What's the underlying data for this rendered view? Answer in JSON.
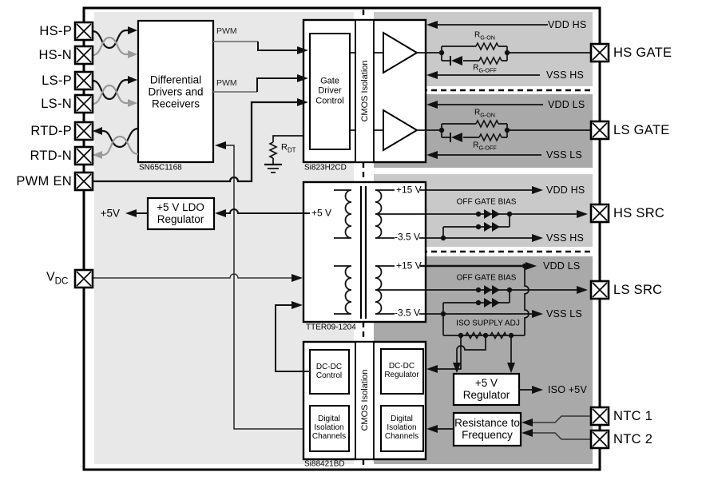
{
  "io": {
    "left": [
      "HS-P",
      "HS-N",
      "LS-P",
      "LS-N",
      "RTD-P",
      "RTD-N",
      "PWM EN"
    ],
    "vdc": {
      "base": "V",
      "sub": "DC"
    },
    "right": [
      "HS GATE",
      "LS GATE",
      "HS SRC",
      "LS SRC",
      "NTC 1",
      "NTC 2"
    ]
  },
  "nets": {
    "vdd_hs": "VDD HS",
    "vss_hs": "VSS HS",
    "vdd_ls": "VDD LS",
    "vss_ls": "VSS LS",
    "pwm": "PWM",
    "plus5v": "+5V",
    "iso_plus5v": "ISO +5V",
    "off_gate_bias": "OFF GATE BIAS",
    "iso_supply_adj": "ISO SUPPLY ADJ"
  },
  "blocks": {
    "diff": {
      "text": "Differential\nDrivers and\nReceivers",
      "part": "SN65C1168"
    },
    "gate": {
      "control": "Gate\nDriver\nControl",
      "iso": "CMOS Isolation",
      "part": "Si823H2CD"
    },
    "xfmr": {
      "part": "TTER09-1204",
      "p5": "+5 V",
      "p15": "+15 V",
      "n35": "-3.5 V"
    },
    "dcdc": {
      "control": "DC-DC\nControl",
      "digital": "Digital\nIsolation\nChannels",
      "iso": "CMOS Isolation",
      "regulator": "DC-DC\nRegulator",
      "part": "Si88421BD"
    },
    "ldo": {
      "text": "+5 V LDO\nRegulator"
    },
    "isoreg": {
      "text": "+5 V\nRegulator"
    },
    "r2f": {
      "text": "Resistance to\nFrequency"
    }
  },
  "subparts": {
    "r": "R",
    "g_on": "G-ON",
    "g_off": "G-OFF",
    "dt": "DT"
  },
  "colors": {
    "panel_light": "#e8e8e8",
    "panel_mid": "#c9c9c9",
    "panel_dark": "#a9a9a9",
    "wire": "#111111",
    "wire_gray": "#9a9a9a"
  }
}
